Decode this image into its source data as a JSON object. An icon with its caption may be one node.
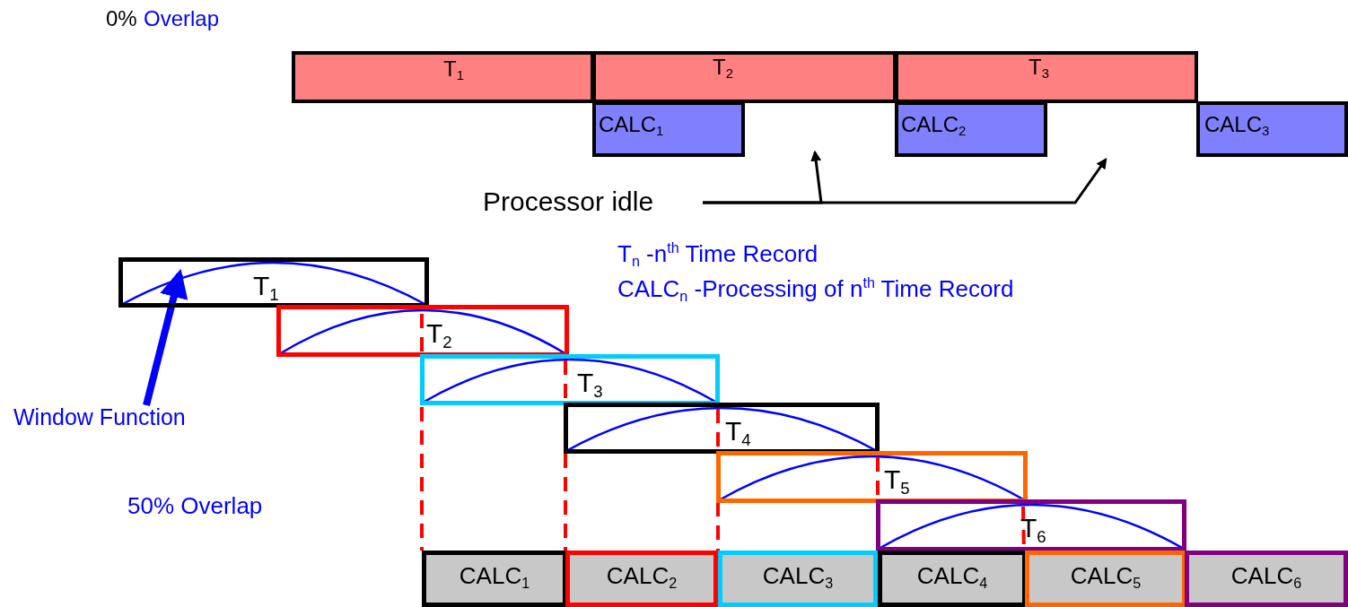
{
  "diagram": {
    "nodes": [
      {
        "text": [
          "T$_{1}$"
        ]
      },
      {
        "text": [
          "T$_{2}$"
        ]
      },
      {
        "text": [
          "T$_{3}$"
        ]
      },
      {
        "text": [
          "CALC$_{1}$"
        ]
      },
      {
        "text": [
          "CALC$_{2}$"
        ]
      },
      {
        "text": [
          "CALC$_{3}$"
        ]
      },
      {
        "text": [
          "Processor idle"
        ]
      },
      {
        "text": [
          "T$_{1}$"
        ]
      },
      {
        "text": [
          "T$_{2}$"
        ]
      },
      {
        "text": [
          "T$_{3}$"
        ]
      },
      {
        "text": [
          "T$_{4}$"
        ]
      },
      {
        "text": [
          "T$_{5}$"
        ]
      },
      {
        "text": [
          "T$_{6}$"
        ]
      },
      {
        "text": [
          "CALC$_{1}$"
        ]
      },
      {
        "text": [
          "CALC$_{2}$"
        ]
      },
      {
        "text": [
          "CALC$_{3}$"
        ]
      },
      {
        "text": [
          "CALC$_{4}$"
        ]
      },
      {
        "text": [
          "CALC$_{5}$"
        ]
      },
      {
        "text": [
          "CALC$_{6}$"
        ]
      },
      {
        "text": [
          "Window Function"
        ]
      }
    ],
    "edges": [
      {
        "from": 6,
        "to": null,
        "arrow": "to",
        "color": "#000000"
      },
      {
        "from": 6,
        "to": null,
        "arrow": "to",
        "color": "#000000"
      },
      {
        "from": 19,
        "to": 7,
        "arrow": "to",
        "style": "thick",
        "color": "#0000ff"
      },
      {
        "from": 8,
        "to": 13,
        "arrow": "none",
        "style": "dashed",
        "color": "#ff0000"
      },
      {
        "from": 9,
        "to": 14,
        "arrow": "none",
        "style": "dashed",
        "color": "#ff0000"
      },
      {
        "from": 10,
        "to": 15,
        "arrow": "none",
        "style": "dashed",
        "color": "#ff0000"
      },
      {
        "from": 11,
        "to": 16,
        "arrow": "none",
        "style": "dashed",
        "color": "#ff0000"
      },
      {
        "from": 12,
        "to": 17,
        "arrow": "none",
        "style": "dashed",
        "color": "#ff0000"
      }
    ],
    "labels": [
      "0%",
      "Overlap",
      "T$_{n}$  -n$^{th}$ Time Record",
      "CALC$_{n}$  -Processing of n$^{th}$ Time Record",
      "50% Overlap"
    ]
  }
}
